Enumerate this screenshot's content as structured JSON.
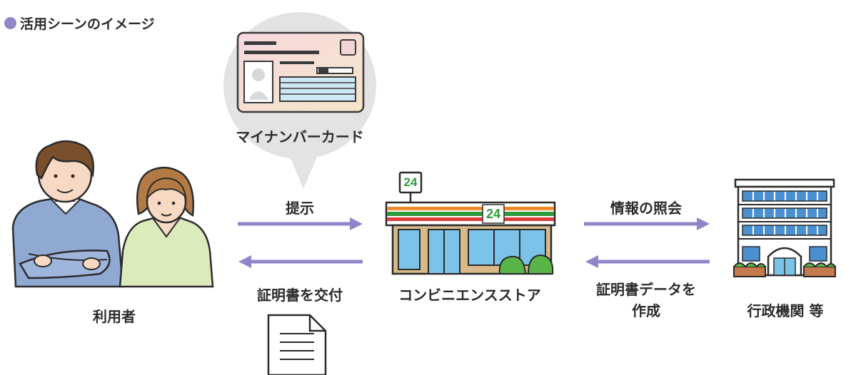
{
  "header": {
    "title": "活用シーンのイメージ",
    "bullet_color": "#8e86c8"
  },
  "card": {
    "label": "マイナンバーカード"
  },
  "user": {
    "label": "利用者"
  },
  "arrows": {
    "present": "提示",
    "issue": "証明書を交付",
    "inquiry": "情報の照会",
    "create_line1": "証明書データを",
    "create_line2": "作成"
  },
  "store": {
    "label": "コンビニエンスストア",
    "sign_text": "24",
    "band_text": "24"
  },
  "gov": {
    "label": "行政機関 等"
  },
  "colors": {
    "arrow": "#8e86c8",
    "bubble": "#e3e3e3",
    "green": "#2e9b3a",
    "red": "#e03a3a",
    "orange": "#f08a2a",
    "window": "#7cc3ea"
  }
}
